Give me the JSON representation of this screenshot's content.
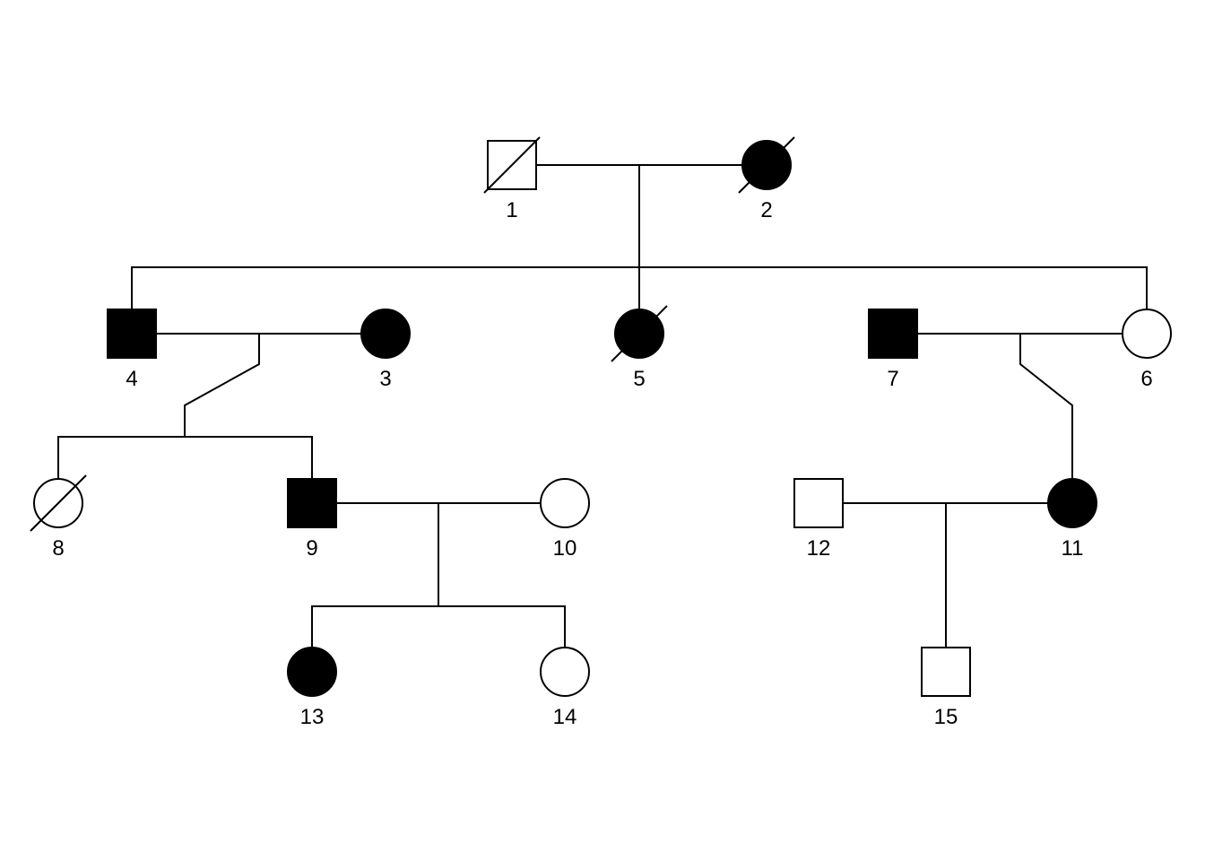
{
  "individuals": [
    {
      "id": "1",
      "sex": "male",
      "affected": false,
      "deceased": true
    },
    {
      "id": "2",
      "sex": "female",
      "affected": true,
      "deceased": true
    },
    {
      "id": "3",
      "sex": "female",
      "affected": true,
      "deceased": false
    },
    {
      "id": "4",
      "sex": "male",
      "affected": true,
      "deceased": false
    },
    {
      "id": "5",
      "sex": "female",
      "affected": true,
      "deceased": true
    },
    {
      "id": "6",
      "sex": "female",
      "affected": false,
      "deceased": false
    },
    {
      "id": "7",
      "sex": "male",
      "affected": true,
      "deceased": false
    },
    {
      "id": "8",
      "sex": "female",
      "affected": false,
      "deceased": true
    },
    {
      "id": "9",
      "sex": "male",
      "affected": true,
      "deceased": false
    },
    {
      "id": "10",
      "sex": "female",
      "affected": false,
      "deceased": false
    },
    {
      "id": "11",
      "sex": "female",
      "affected": true,
      "deceased": false
    },
    {
      "id": "12",
      "sex": "male",
      "affected": false,
      "deceased": false
    },
    {
      "id": "13",
      "sex": "female",
      "affected": true,
      "deceased": false
    },
    {
      "id": "14",
      "sex": "female",
      "affected": false,
      "deceased": false
    },
    {
      "id": "15",
      "sex": "male",
      "affected": false,
      "deceased": false
    }
  ],
  "couples": [
    {
      "partners": [
        "1",
        "2"
      ],
      "children": [
        "4",
        "5",
        "6"
      ]
    },
    {
      "partners": [
        "4",
        "3"
      ],
      "children": [
        "8",
        "9"
      ]
    },
    {
      "partners": [
        "7",
        "6"
      ],
      "children": [
        "11"
      ]
    },
    {
      "partners": [
        "9",
        "10"
      ],
      "children": [
        "13",
        "14"
      ]
    },
    {
      "partners": [
        "12",
        "11"
      ],
      "children": [
        "15"
      ]
    }
  ],
  "colors": {
    "affected": "#000000",
    "unaffected": "#ffffff",
    "line": "#000000"
  }
}
